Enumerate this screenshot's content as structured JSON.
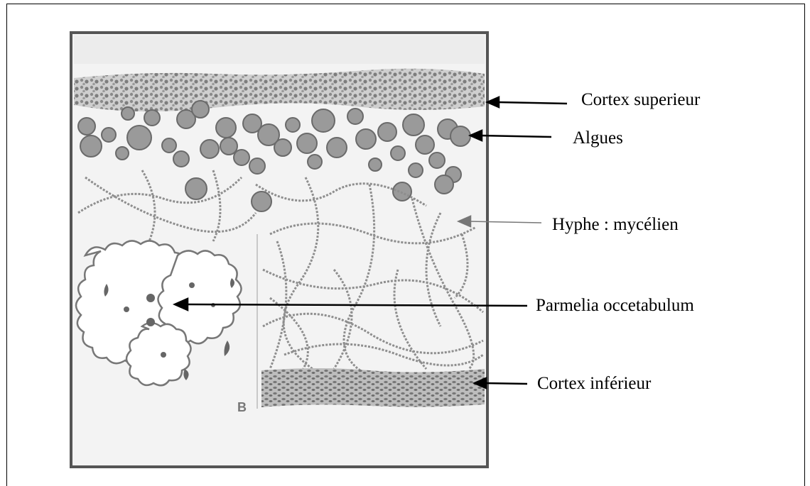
{
  "figure": {
    "panel_letter": "B",
    "colors": {
      "ink": "#6e6e6e",
      "panel_border": "#555555",
      "panel_bg": "#f3f3f3",
      "arrow": "#000000"
    }
  },
  "labels": [
    {
      "id": "cortex-superieur",
      "text": "Cortex superieur"
    },
    {
      "id": "algues",
      "text": "Algues"
    },
    {
      "id": "hyphe",
      "text": "Hyphe : mycélien"
    },
    {
      "id": "parmelia",
      "text": "Parmelia occetabulum"
    },
    {
      "id": "cortex-inferieur",
      "text": "Cortex inférieur"
    }
  ]
}
